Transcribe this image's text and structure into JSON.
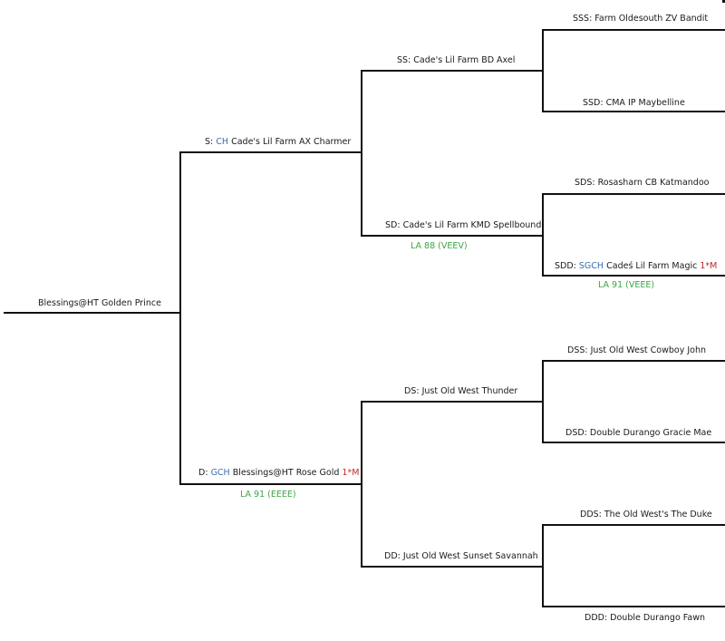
{
  "subject": {
    "name": "Blessings@HT Golden Prince"
  },
  "sire": {
    "prefix": "S:",
    "title": "CH",
    "name": "Cade's Lil Farm AX Charmer"
  },
  "dam": {
    "prefix": "D:",
    "title": "GCH",
    "name": "Blessings@HT Rose Gold",
    "mark": "1*M",
    "la": "LA 91 (EEEE)"
  },
  "ss": {
    "text": "SS: Cade's Lil Farm BD Axel"
  },
  "sd": {
    "text": "SD: Cade's Lil Farm KMD Spellbound",
    "la": "LA 88 (VEEV)"
  },
  "ds": {
    "text": "DS: Just Old West Thunder"
  },
  "dd": {
    "text": "DD: Just Old West Sunset Savannah"
  },
  "sss": {
    "text": "SSS: Farm Oldesouth ZV Bandit"
  },
  "ssd": {
    "text": "SSD: CMA IP Maybelline"
  },
  "sds": {
    "text": "SDS: Rosasharn CB Katmandoo"
  },
  "sdd": {
    "prefix": "SDD:",
    "title": "SGCH",
    "name": "Cadeś Lil Farm Magic",
    "mark": "1*M",
    "la": "LA 91 (VEEE)"
  },
  "dss": {
    "text": "DSS: Just Old West Cowboy John"
  },
  "dsd": {
    "text": "DSD: Double Durango Gracie Mae"
  },
  "dds": {
    "text": "DDS: The Old West's The Duke"
  },
  "ddd": {
    "text": "DDD: Double Durango Fawn"
  }
}
